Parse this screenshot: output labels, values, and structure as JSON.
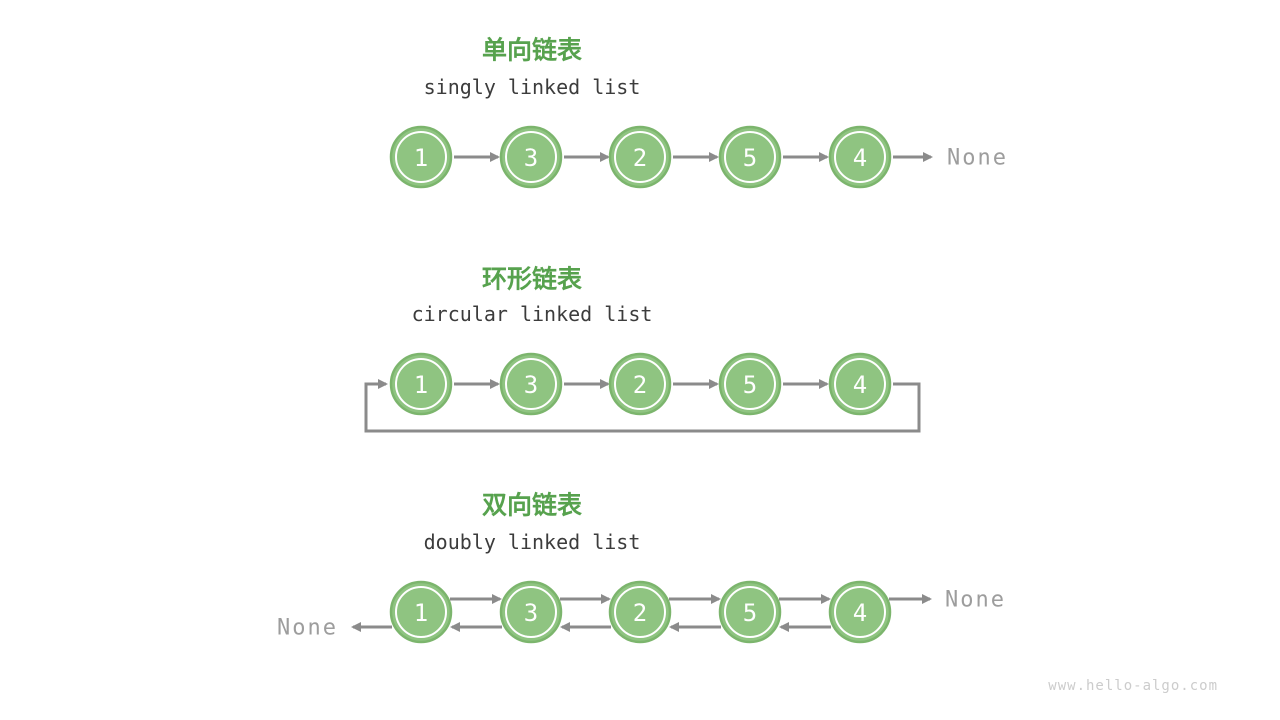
{
  "page": {
    "watermark": "www.hello-algo.com"
  },
  "colors": {
    "background": "#ffffff",
    "title_green": "#57a24e",
    "subtitle": "#3c3c3c",
    "node_fill": "#8fc481",
    "node_stroke": "#7cb56d",
    "node_text": "#ffffff",
    "arrow": "#8b8b8b",
    "none_label": "#9d9d9d",
    "watermark": "#cccccc"
  },
  "sections": [
    {
      "title_zh": "单向链表",
      "title_en": "singly linked list",
      "nodes": [
        "1",
        "3",
        "2",
        "5",
        "4"
      ],
      "tail_label": "None"
    },
    {
      "title_zh": "环形链表",
      "title_en": "circular linked list",
      "nodes": [
        "1",
        "3",
        "2",
        "5",
        "4"
      ]
    },
    {
      "title_zh": "双向链表",
      "title_en": "doubly linked list",
      "nodes": [
        "1",
        "3",
        "2",
        "5",
        "4"
      ],
      "head_label": "None",
      "tail_label": "None"
    }
  ]
}
